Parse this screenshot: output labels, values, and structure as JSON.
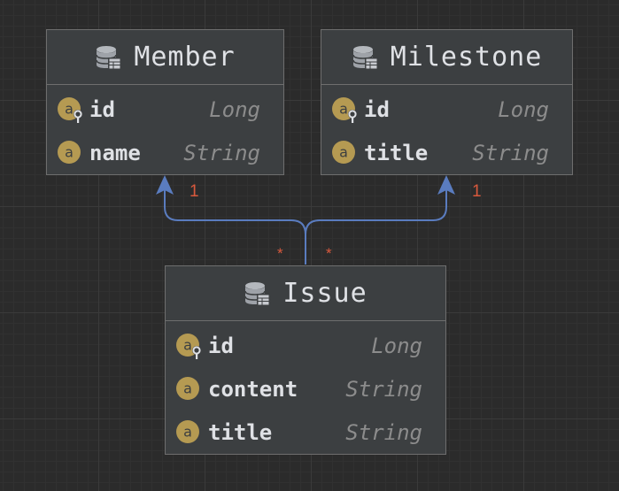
{
  "entities": [
    {
      "name": "Member",
      "fields": [
        {
          "name": "id",
          "type": "Long",
          "key": true
        },
        {
          "name": "name",
          "type": "String",
          "key": false
        }
      ]
    },
    {
      "name": "Milestone",
      "fields": [
        {
          "name": "id",
          "type": "Long",
          "key": true
        },
        {
          "name": "title",
          "type": "String",
          "key": false
        }
      ]
    },
    {
      "name": "Issue",
      "fields": [
        {
          "name": "id",
          "type": "Long",
          "key": true
        },
        {
          "name": "content",
          "type": "String",
          "key": false
        },
        {
          "name": "title",
          "type": "String",
          "key": false
        }
      ]
    }
  ],
  "relations": [
    {
      "from": "Issue",
      "to": "Member",
      "from_multiplicity": "*",
      "to_multiplicity": "1"
    },
    {
      "from": "Issue",
      "to": "Milestone",
      "from_multiplicity": "*",
      "to_multiplicity": "1"
    }
  ],
  "colors": {
    "background": "#2b2b2b",
    "entity_fill": "#3c3f41",
    "entity_border": "#6e6e6e",
    "relation_line": "#5a7cbf",
    "multiplicity": "#d9593d",
    "attribute_badge": "#b59a52"
  },
  "icons": {
    "entity": "database-table-icon",
    "attribute": "attribute-icon",
    "key_attribute": "key-attribute-icon"
  }
}
